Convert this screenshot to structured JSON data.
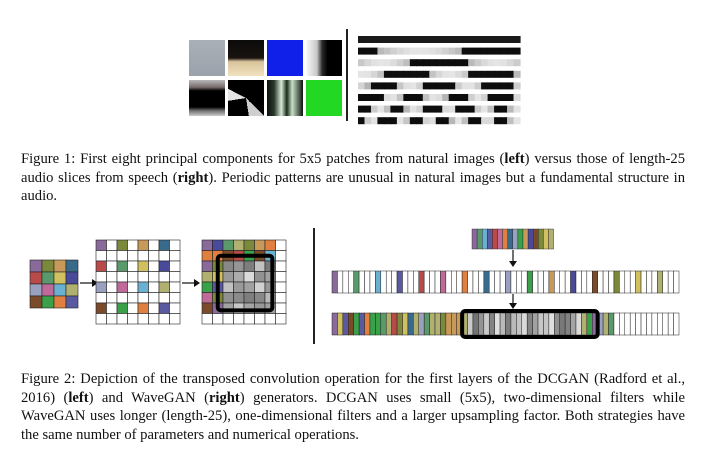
{
  "figure1": {
    "caption": [
      {
        "t": "Figure 1: First eight principal components for 5x5 patches from natural images ("
      },
      {
        "t": "left",
        "b": true
      },
      {
        "t": ") versus those of length-25 audio slices from speech ("
      },
      {
        "t": "right",
        "b": true
      },
      {
        "t": "). Periodic patterns are unusual in natural images but a fundamental structure in audio."
      }
    ]
  },
  "figure2": {
    "caption": [
      {
        "t": "Figure 2: Depiction of the transposed convolution operation for the first layers of the DCGAN (Radford et al., 2016) ("
      },
      {
        "t": "left",
        "b": true
      },
      {
        "t": ") and WaveGAN ("
      },
      {
        "t": "right",
        "b": true
      },
      {
        "t": ") generators. DCGAN uses small (5x5), two-dimensional filters while WaveGAN uses longer (length-25), one-dimensional filters and a larger upsampling factor. Both strategies have the same number of parameters and numerical operations."
      }
    ]
  }
}
